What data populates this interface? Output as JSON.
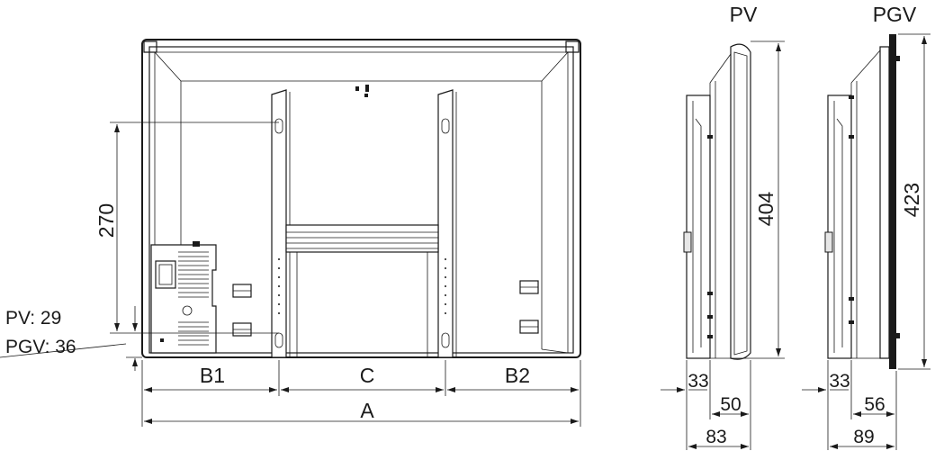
{
  "views": {
    "side_pv_title": "PV",
    "side_pgv_title": "PGV"
  },
  "dimensions": {
    "front_height_mount": "270",
    "front_offset_pv": "PV: 29",
    "front_offset_pgv": "PGV: 36",
    "front_width_b1": "B1",
    "front_width_c": "C",
    "front_width_b2": "B2",
    "front_width_a": "A",
    "pv_height": "404",
    "pv_depth_bracket": "33",
    "pv_depth_body": "50",
    "pv_depth_total": "83",
    "pgv_height": "423",
    "pgv_depth_bracket": "33",
    "pgv_depth_body": "56",
    "pgv_depth_total": "89"
  }
}
